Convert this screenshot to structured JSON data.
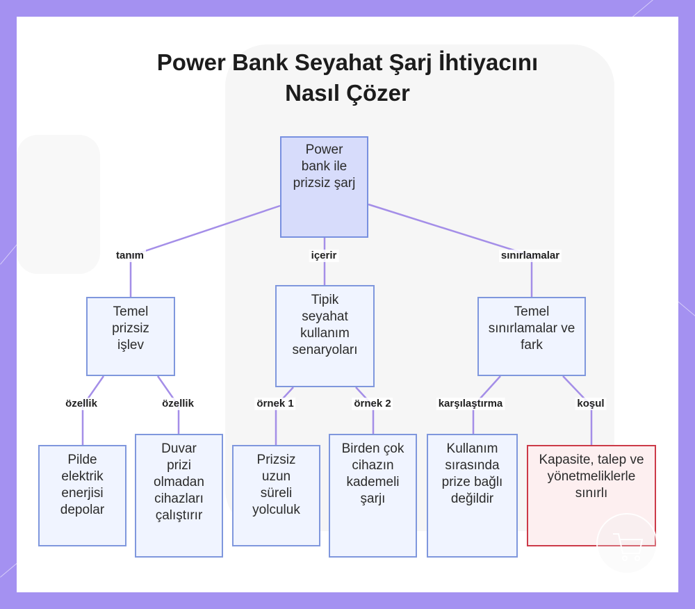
{
  "title_lines": [
    "Power Bank Seyahat Şarj İhtiyacını",
    "Nasıl Çözer"
  ],
  "colors": {
    "frame": "#a491f1",
    "edge": "#a48ee8",
    "node_border": "#7f97dd",
    "node_fill": "#eff3ff",
    "root_fill": "#d7dcfb",
    "alert_border": "#cc3a48",
    "alert_fill": "#fdeff0"
  },
  "nodes": {
    "root": "Power bank ile prizsiz şarj",
    "basic_function": "Temel prizsiz işlev",
    "travel_scenarios": "Tipik seyahat kullanım senaryoları",
    "limitations": "Temel sınırlamalar ve fark",
    "stores_energy": "Pilde elektrik enerjisi depolar",
    "runs_devices": "Duvar prizi olmadan cihazları çalıştırır",
    "long_trip": "Prizsiz uzun süreli yolculuk",
    "staged_charging": "Birden çok cihazın kademeli şarjı",
    "not_plugged": "Kullanım sırasında prize bağlı değildir",
    "capacity_limit": "Kapasite, talep ve yönetmeliklerle sınırlı"
  },
  "edge_labels": {
    "definition": "tanım",
    "contains": "içerir",
    "limits": "sınırlamalar",
    "feature_a": "özellik",
    "feature_b": "özellik",
    "example_1": "örnek 1",
    "example_2": "örnek 2",
    "comparison": "karşılaştırma",
    "condition": "koşul"
  },
  "badge_icon": "shopping-cart-icon"
}
